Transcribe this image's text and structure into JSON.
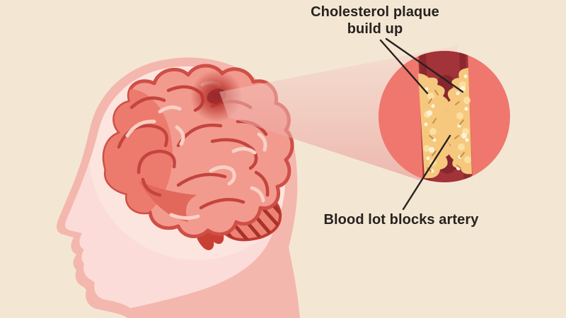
{
  "labels": {
    "plaque_label": {
      "line1": "Cholesterol plaque",
      "line2": "build up"
    },
    "clot_label": {
      "text": "Blood lot blocks artery"
    }
  },
  "palette": {
    "background": "#f3e7d4",
    "head_outline_pink": "#f4b7ad",
    "face_pink": "#fbdcd8",
    "brain_halo_pink": "#fde6e0",
    "brain_salmon": "#f29a8e",
    "brain_front_salmon": "#ec7b6e",
    "brain_line_dark_red": "#c5443e",
    "brain_line_light": "#f8d0c4",
    "stroke_site_red": "#9c2829",
    "zoom_beam_pink": "#efb3ae",
    "inset_circle_red": "#f0776d",
    "artery_wall_red": "#a23338",
    "artery_wall_dark": "#8c282d",
    "blood_clot_dark_red": "#87262e",
    "plaque_yellow": "#f5c87e",
    "plaque_patch_light": "#fbdfa0",
    "plaque_speck_cream": "#fdf2d8",
    "label_text": "#27221f"
  }
}
